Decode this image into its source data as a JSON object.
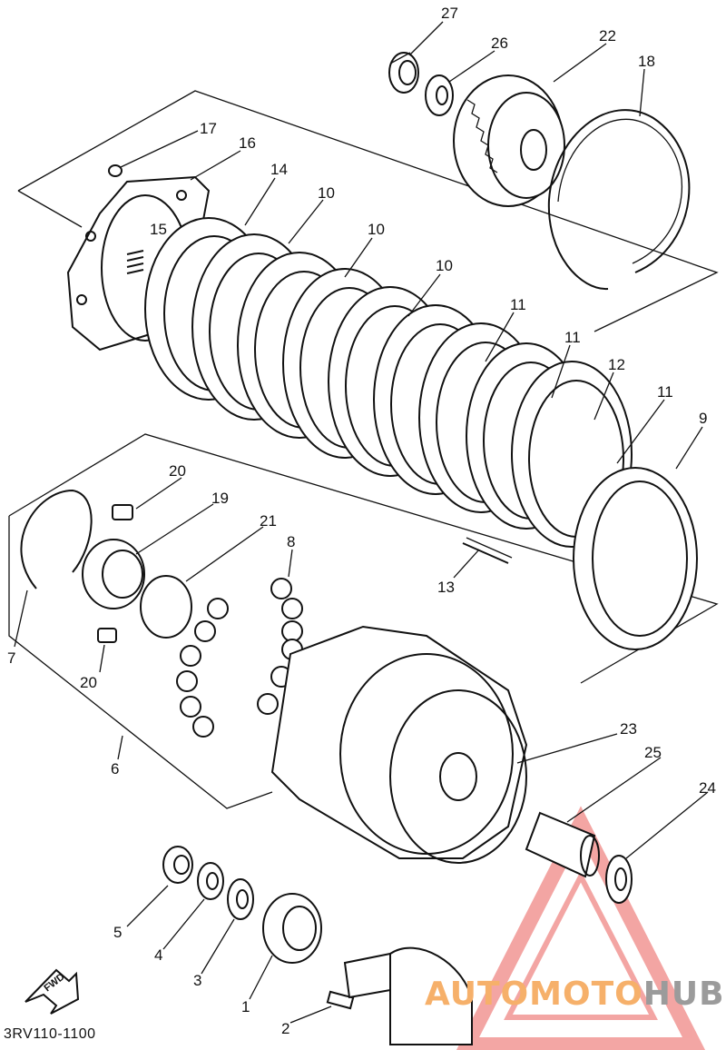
{
  "diagram": {
    "part_code": "3RV110-1100",
    "fwd_label": "FWD",
    "watermark": {
      "part1": "AUTOMOTO",
      "part2": "HUB",
      "color1": "#f6b06a",
      "color2": "#9b9b9b",
      "logo_color": "#e53935"
    },
    "labels": {
      "n27": "27",
      "n26": "26",
      "n22": "22",
      "n18": "18",
      "n17": "17",
      "n16": "16",
      "n15": "15",
      "n14": "14",
      "n10a": "10",
      "n10b": "10",
      "n10c": "10",
      "n11a": "11",
      "n11b": "11",
      "n11c": "11",
      "n12": "12",
      "n9": "9",
      "n13": "13",
      "n20a": "20",
      "n19": "19",
      "n21": "21",
      "n8": "8",
      "n7": "7",
      "n20b": "20",
      "n6": "6",
      "n23": "23",
      "n25": "25",
      "n24": "24",
      "n5": "5",
      "n4": "4",
      "n3": "3",
      "n1": "1",
      "n2": "2"
    }
  }
}
